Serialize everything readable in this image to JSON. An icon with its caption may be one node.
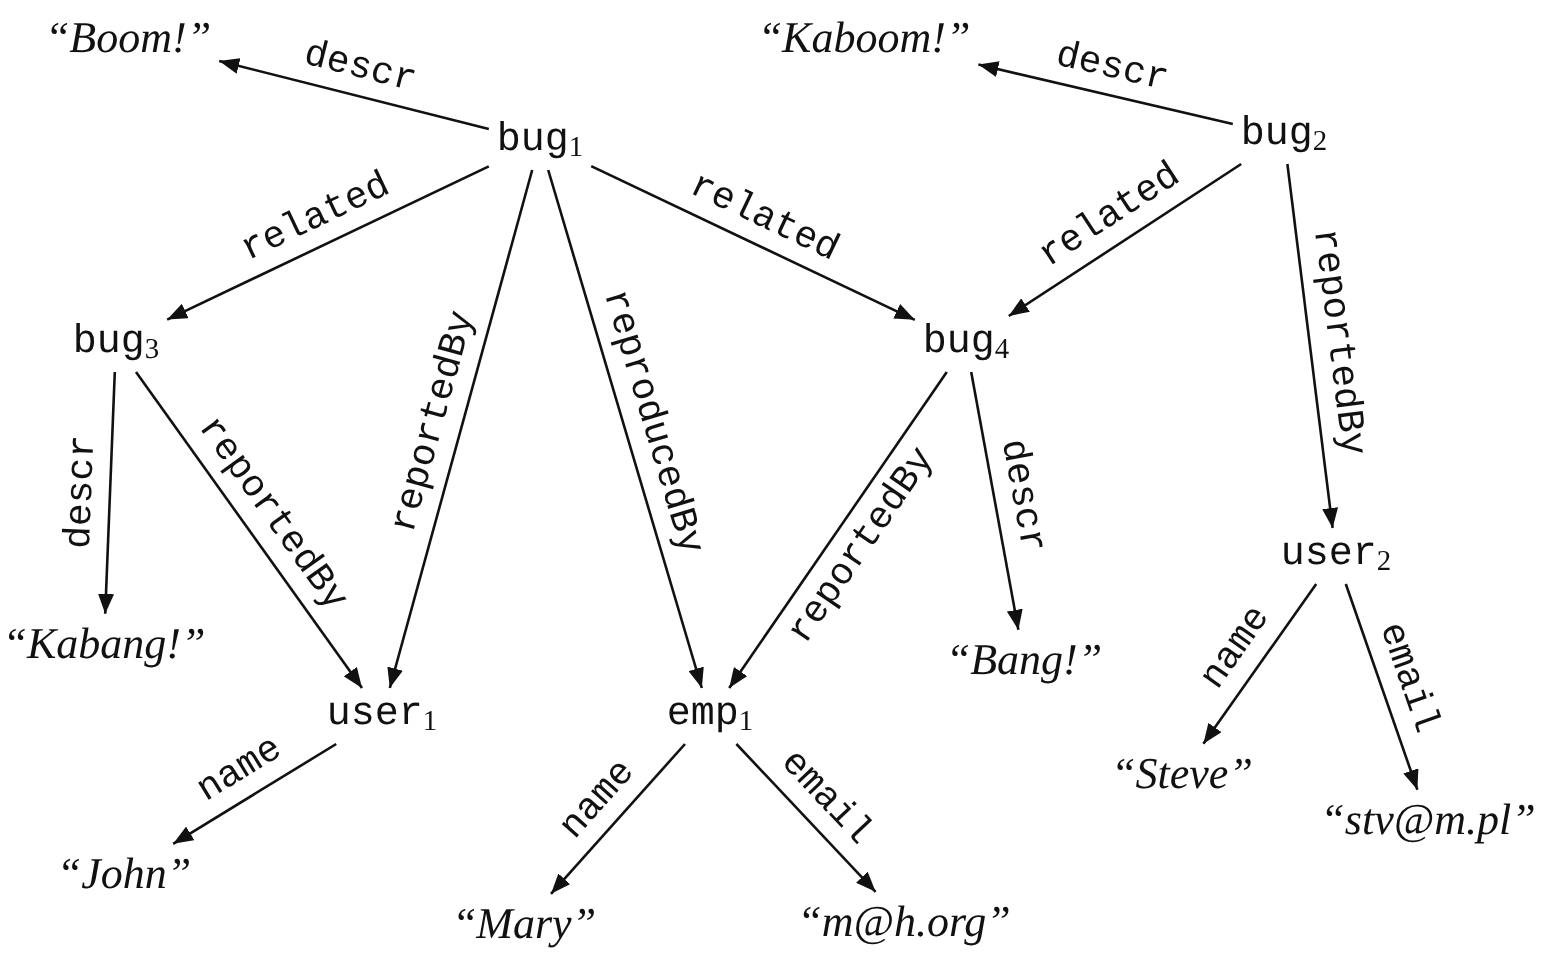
{
  "diagram": {
    "nodes": [
      {
        "text": [
          "“Boom!”"
        ]
      },
      {
        "text": [
          "“Kaboom!”"
        ]
      },
      {
        "text": [
          "bug$_{1}$"
        ]
      },
      {
        "text": [
          "bug$_{2}$"
        ]
      },
      {
        "text": [
          "bug$_{3}$"
        ]
      },
      {
        "text": [
          "bug$_{4}$"
        ]
      },
      {
        "text": [
          "“Kabang!”"
        ]
      },
      {
        "text": [
          "user$_{1}$"
        ]
      },
      {
        "text": [
          "emp$_{1}$"
        ]
      },
      {
        "text": [
          "“Bang!”"
        ]
      },
      {
        "text": [
          "user$_{2}$"
        ]
      },
      {
        "text": [
          "“John”"
        ]
      },
      {
        "text": [
          "“Mary”"
        ]
      },
      {
        "text": [
          "“m@h.org”"
        ]
      },
      {
        "text": [
          "“Steve”"
        ]
      },
      {
        "text": [
          "“stv@m.pl”"
        ]
      }
    ],
    "edges": [
      {
        "from": 2,
        "to": 0,
        "arrow": "to",
        "label": "descr"
      },
      {
        "from": 2,
        "to": 4,
        "arrow": "to",
        "label": "related"
      },
      {
        "from": 2,
        "to": 5,
        "arrow": "to",
        "label": "related"
      },
      {
        "from": 2,
        "to": 7,
        "arrow": "to",
        "label": "reportedBy"
      },
      {
        "from": 2,
        "to": 8,
        "arrow": "to",
        "label": "reproducedBy"
      },
      {
        "from": 3,
        "to": 1,
        "arrow": "to",
        "label": "descr"
      },
      {
        "from": 3,
        "to": 5,
        "arrow": "to",
        "label": "related"
      },
      {
        "from": 3,
        "to": 10,
        "arrow": "to",
        "label": "reportedBy"
      },
      {
        "from": 4,
        "to": 6,
        "arrow": "to",
        "label": "descr"
      },
      {
        "from": 4,
        "to": 7,
        "arrow": "to",
        "label": "reportedBy"
      },
      {
        "from": 5,
        "to": 8,
        "arrow": "to",
        "label": "reportedBy"
      },
      {
        "from": 5,
        "to": 9,
        "arrow": "to",
        "label": "descr"
      },
      {
        "from": 7,
        "to": 11,
        "arrow": "to",
        "label": "name"
      },
      {
        "from": 8,
        "to": 12,
        "arrow": "to",
        "label": "name"
      },
      {
        "from": 8,
        "to": 13,
        "arrow": "to",
        "label": "email"
      },
      {
        "from": 10,
        "to": 14,
        "arrow": "to",
        "label": "name"
      },
      {
        "from": 10,
        "to": 15,
        "arrow": "to",
        "label": "email"
      }
    ]
  }
}
